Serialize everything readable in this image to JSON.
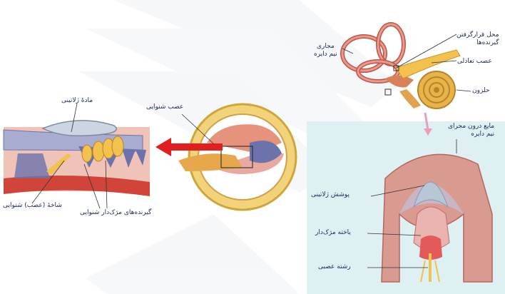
{
  "labels": {
    "gelatinous_matter": "مادهٔ ژلاتینی",
    "auditory_nerve": "عصب شنوایی",
    "auditory_nerve_branch": "شاخهٔ (عصب) شنوایی",
    "hair_cell_receptors": "گیرنده‌های مژک‌دار شنوایی",
    "semicircular_canals": "مجاری\nنیم دایره",
    "receptor_location": "محل قرارگرفتن\nگیرنده‌ها",
    "vestibular_nerve": "عصب تعادلی",
    "cochlea": "حلزون",
    "canal_fluid": "مایع درون مجرای\nنیم دایره",
    "gelatinous_cover": "پوشش ژلاتینی",
    "hair_cell": "یاخته مژک‌دار",
    "nerve_fiber": "رشته عصبی"
  },
  "colors": {
    "label_text": "#1e2a5a",
    "arrow_red": "#e02020",
    "background_panel": "#dff0f3",
    "bone": "#e8c56a",
    "tissue_pink": "#e7a9a0",
    "nerve_yellow": "#f2c14e",
    "membrane_blue": "#7f86b8"
  }
}
